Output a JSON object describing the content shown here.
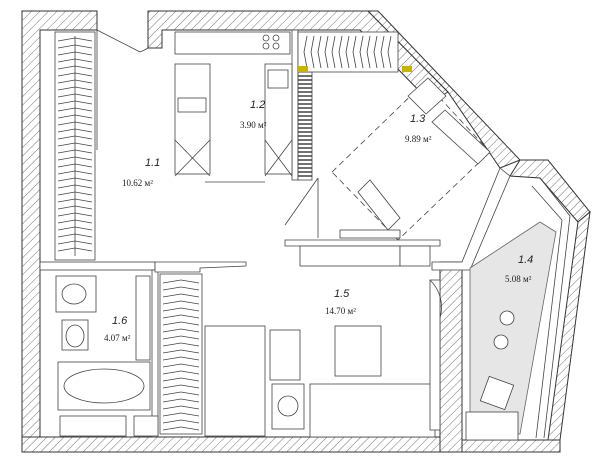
{
  "rooms": [
    {
      "id": "1.1",
      "area": "10.62 м²"
    },
    {
      "id": "1.2",
      "area": "3.90 м²"
    },
    {
      "id": "1.3",
      "area": "9.89 м²"
    },
    {
      "id": "1.4",
      "area": "5.08 м²"
    },
    {
      "id": "1.5",
      "area": "14.70 м²"
    },
    {
      "id": "1.6",
      "area": "4.07 м²"
    }
  ],
  "colors": {
    "wall_hatch": "#666666",
    "balcony_fill": "#e6e6e6",
    "door_accent": "#c8b400"
  }
}
